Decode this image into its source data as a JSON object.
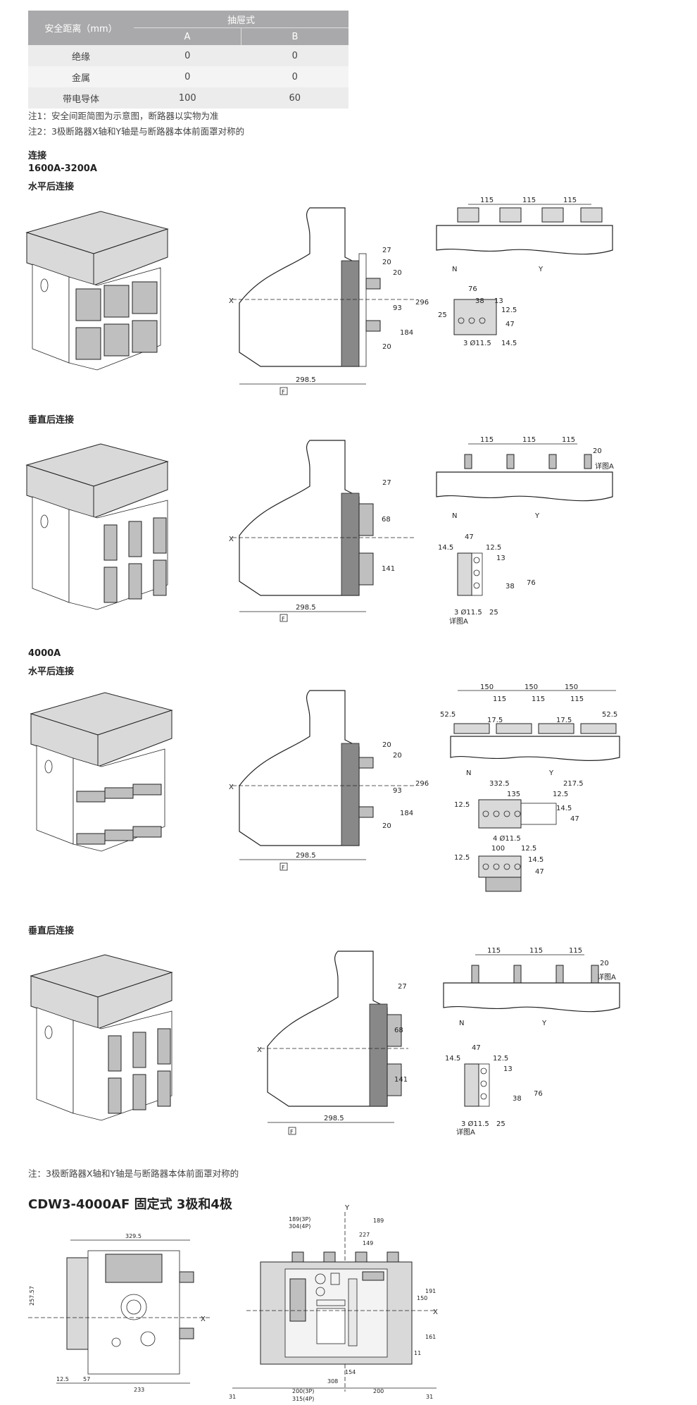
{
  "table": {
    "corner": "安全距离（mm）",
    "group": "抽屉式",
    "col_a": "A",
    "col_b": "B",
    "rows": [
      {
        "label": "绝缘",
        "a": "0",
        "b": "0"
      },
      {
        "label": "金属",
        "a": "0",
        "b": "0"
      },
      {
        "label": "带电导体",
        "a": "100",
        "b": "60"
      }
    ]
  },
  "notes": {
    "n1": "注1：安全间距简图为示意图，断路器以实物为准",
    "n2": "注2：3极断路器X轴和Y轴是与断路器本体前面罩对称的",
    "n3": "注：3极断路器X轴和Y轴是与断路器本体前面罩对称的"
  },
  "sections": {
    "connection": "连接",
    "range1": "1600A-3200A",
    "horizontal": "水平后连接",
    "vertical": "垂直后连接",
    "range2": "4000A",
    "horizontal2": "水平后连接",
    "vertical2": "垂直后连接",
    "fixed_title": "CDW3-4000AF 固定式 3极和4极"
  },
  "dims": {
    "d27": "27",
    "d20": "20",
    "d93": "93",
    "d296": "296",
    "d184": "184",
    "d2985": "298.5",
    "d68": "68",
    "d141": "141",
    "d115": "115",
    "d76": "76",
    "d38": "38",
    "d13": "13",
    "d25": "25",
    "d125": "12.5",
    "d47": "47",
    "d145": "14.5",
    "hole3": "3 Ø11.5",
    "hole4": "4 Ø11.5",
    "d150": "150",
    "d525": "52.5",
    "d175": "17.5",
    "d3325": "332.5",
    "d2175": "217.5",
    "d135": "135",
    "d100": "100",
    "detailA": "详图A",
    "f": "F",
    "x": "X",
    "y": "Y",
    "n": "N",
    "fx3295": "329.5",
    "fx25757": "257.57",
    "fx57": "57",
    "fx233": "233",
    "fx189_3p": "189(3P)",
    "fx304_4p": "304(4P)",
    "fx189": "189",
    "fx227": "227",
    "fx149": "149",
    "fx191": "191",
    "fx161": "161",
    "fx11": "11",
    "fx31": "31",
    "fx308": "308",
    "fx154": "154",
    "fx200_3p": "200(3P)",
    "fx315_4p": "315(4P)",
    "fx200": "200"
  }
}
